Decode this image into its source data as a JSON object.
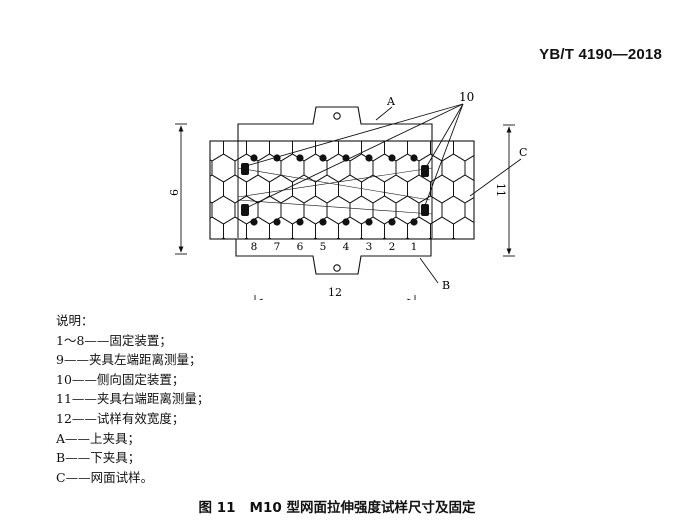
{
  "header": {
    "doc_code": "YB/T 4190—2018"
  },
  "diagram": {
    "callouts": {
      "A": "A",
      "B": "B",
      "C": "C",
      "ten": "10"
    },
    "dimensions": {
      "left": "9",
      "right": "11",
      "bottom": "12"
    },
    "fixture_numbers": [
      "8",
      "7",
      "6",
      "5",
      "4",
      "3",
      "2",
      "1"
    ]
  },
  "legend": {
    "heading": "说明：",
    "items": [
      {
        "key": "1～8",
        "text": "固定装置；"
      },
      {
        "key": "9",
        "text": "夹具左端距离测量；"
      },
      {
        "key": "10",
        "text": "侧向固定装置；"
      },
      {
        "key": "11",
        "text": "夹具右端距离测量；"
      },
      {
        "key": "12",
        "text": "试样有效宽度；"
      },
      {
        "key": "A",
        "text": "上夹具；"
      },
      {
        "key": "B",
        "text": "下夹具；"
      },
      {
        "key": "C",
        "text": "网面试样。"
      }
    ],
    "dash": "——"
  },
  "caption": {
    "number": "图 11",
    "title": "M10 型网面拉伸强度试样尺寸及固定"
  }
}
